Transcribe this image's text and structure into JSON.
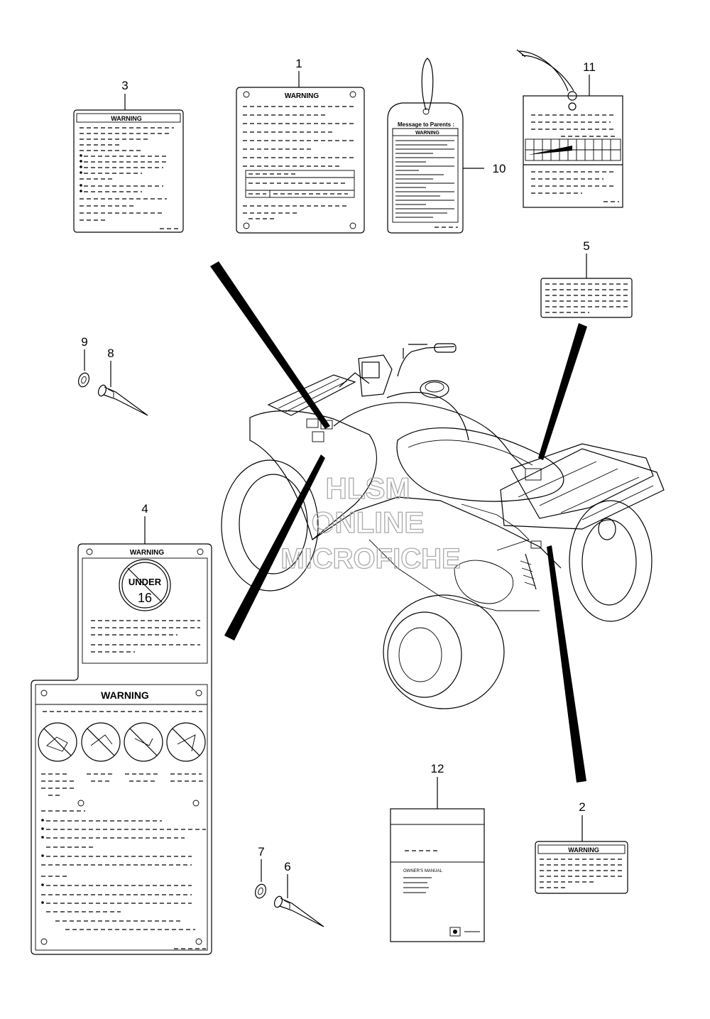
{
  "callouts": {
    "c1": "1",
    "c2": "2",
    "c3": "3",
    "c4": "4",
    "c5": "5",
    "c6": "6",
    "c7": "7",
    "c8": "8",
    "c9": "9",
    "c10": "10",
    "c11": "11",
    "c12": "12"
  },
  "labels": {
    "warning": "WARNING",
    "message_to_parents": "Message to Parents :",
    "under": "UNDER",
    "age": "16",
    "owners_manual": "OWNER'S MANUAL"
  },
  "watermark": {
    "line1": "HLSM",
    "line2": "ONLINE",
    "line3": "MICROFICHE"
  }
}
